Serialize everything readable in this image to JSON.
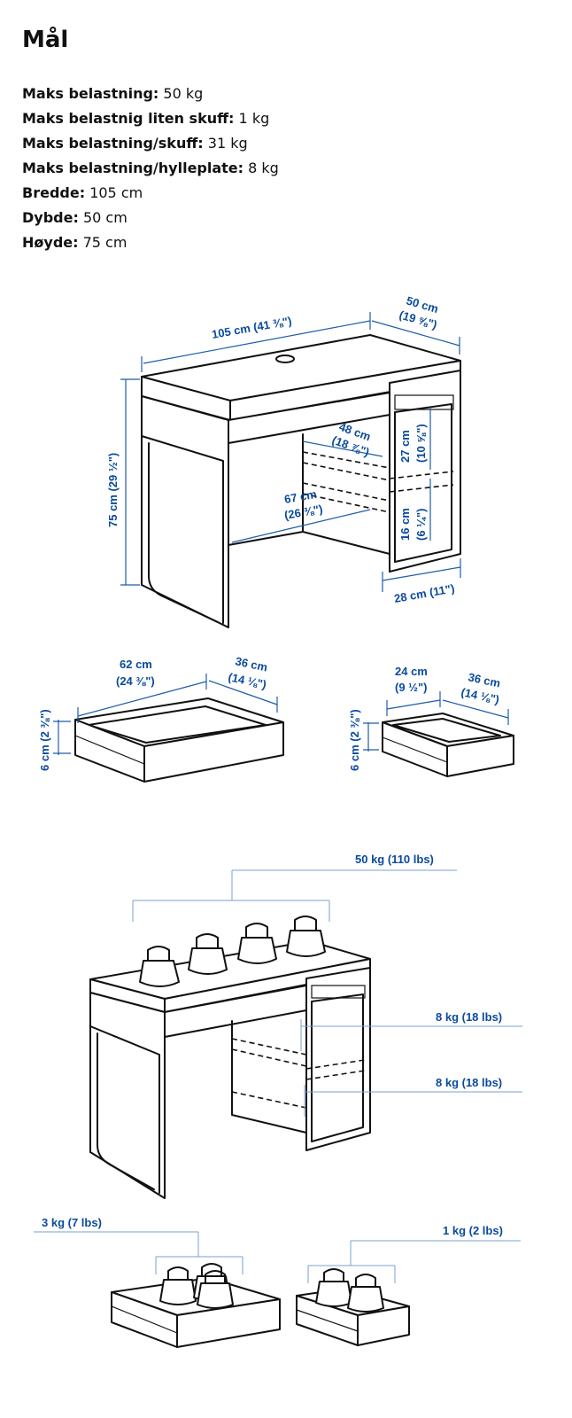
{
  "heading": "Mål",
  "specs": [
    {
      "label": "Maks belastning:",
      "value": "50 kg"
    },
    {
      "label": "Maks belastnig liten skuff:",
      "value": "1 kg"
    },
    {
      "label": "Maks belastning/skuff:",
      "value": "31 kg"
    },
    {
      "label": "Maks belastning/hylleplate:",
      "value": "8 kg"
    },
    {
      "label": "Bredde:",
      "value": "105 cm"
    },
    {
      "label": "Dybde:",
      "value": "50 cm"
    },
    {
      "label": "Høyde:",
      "value": "75 cm"
    }
  ],
  "desk_dims": {
    "width": "105 cm (41 ⅜\")",
    "depth_cm": "50 cm",
    "depth_in": "(19 ⅝\")",
    "height": "75 cm (29 ½\")",
    "inner_depth_cm": "48 cm",
    "inner_depth_in": "(18 ⅞\")",
    "inner_width_cm": "67 cm",
    "inner_width_in": "(26 ⅜\")",
    "shelf_upper_cm": "27 cm",
    "shelf_upper_in": "(10 ⅝\")",
    "shelf_lower_cm": "16 cm",
    "shelf_lower_in": "(6 ¼\")",
    "cabinet_width": "28 cm (11\")"
  },
  "large_drawer": {
    "width_cm": "62 cm",
    "width_in": "(24 ⅜\")",
    "depth_cm": "36 cm",
    "depth_in": "(14 ⅛\")",
    "height": "6 cm (2 ⅜\")"
  },
  "small_drawer": {
    "width_cm": "24 cm",
    "width_in": "(9 ½\")",
    "depth_cm": "36 cm",
    "depth_in": "(14 ⅛\")",
    "height": "6 cm (2 ⅜\")"
  },
  "loads": {
    "top": "50 kg (110 lbs)",
    "shelf_upper": "8 kg (18 lbs)",
    "shelf_lower": "8 kg (18 lbs)",
    "large_drawer": "3 kg (7 lbs)",
    "small_drawer": "1 kg (2 lbs)"
  }
}
